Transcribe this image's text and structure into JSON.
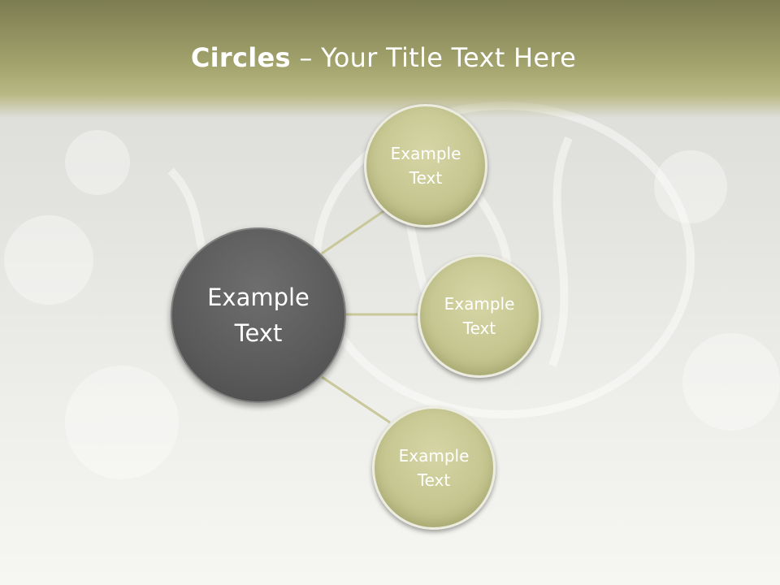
{
  "title": {
    "bold": "Circles",
    "rest": " – Your Title Text Here"
  },
  "center": {
    "label": "Example Text"
  },
  "satellites": [
    {
      "label": "Example Text"
    },
    {
      "label": "Example Text"
    },
    {
      "label": "Example Text"
    }
  ],
  "colors": {
    "header": "#a3a36d",
    "satellite_fill": "#c6c691",
    "center_fill": "#5a5a5a",
    "connector": "#c8c89a"
  }
}
